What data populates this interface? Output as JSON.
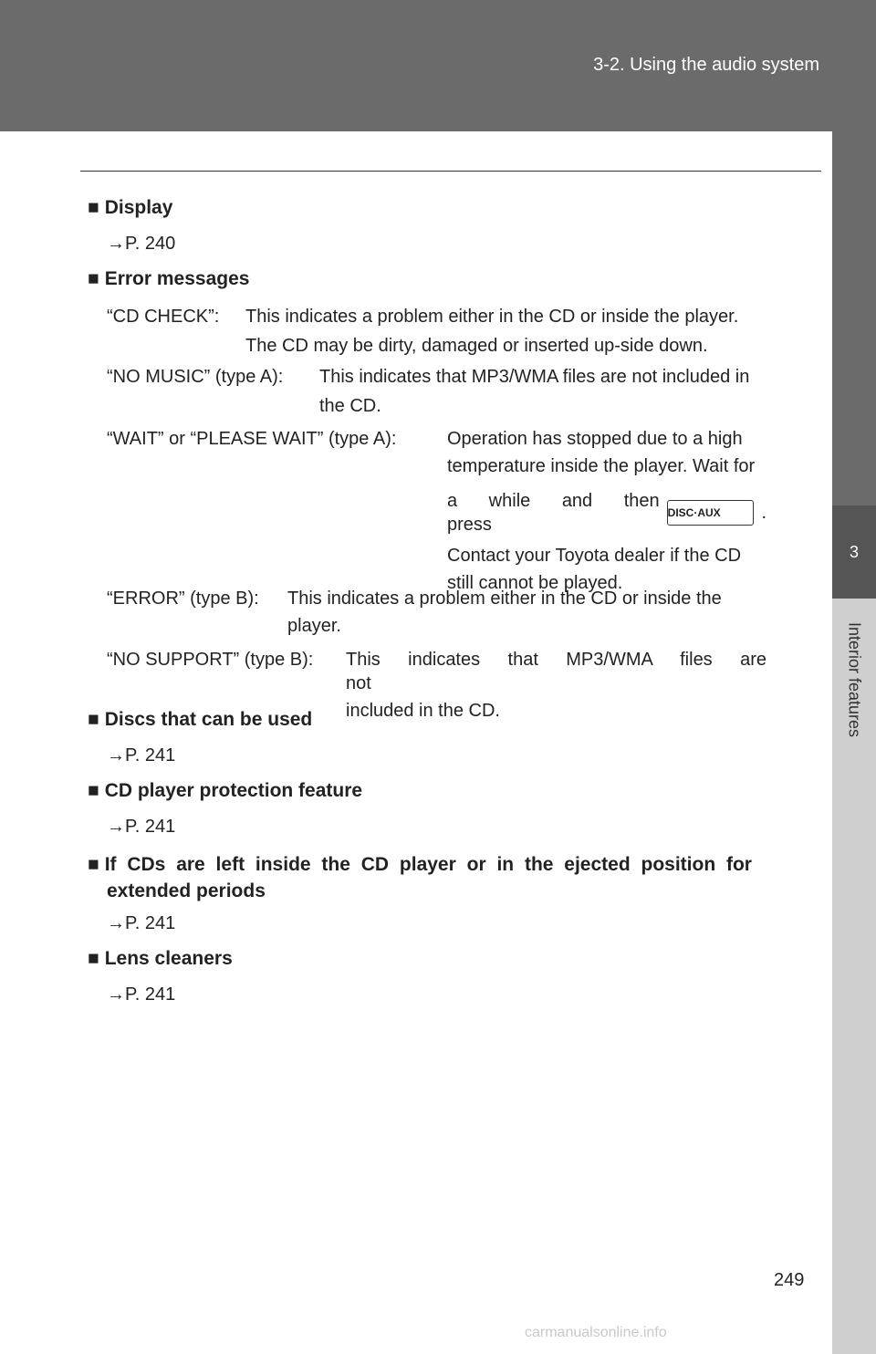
{
  "header": {
    "section": "3-2. Using the audio system"
  },
  "side_tab": {
    "chapter_number": "3",
    "chapter_title": "Interior features"
  },
  "display": {
    "heading": "Display",
    "ref": "P. 240"
  },
  "error_messages": {
    "heading": "Error messages",
    "cd_check": {
      "term": "“CD CHECK”:",
      "line1": "This indicates a problem either in the CD or inside the player.",
      "line2": "The CD may be dirty, damaged or inserted up-side down."
    },
    "no_music": {
      "term": "“NO MUSIC” (type A):",
      "line1": "This indicates that MP3/WMA files are not included in",
      "line2": "the CD."
    },
    "wait": {
      "term": "“WAIT” or “PLEASE WAIT” (type A):",
      "line1": "Operation has stopped due to a high",
      "line2": "temperature inside the player. Wait for",
      "line3": "a while and then press",
      "button_label": "DISC·AUX",
      "line4": "Contact your Toyota dealer if the CD",
      "line5": "still cannot be played."
    },
    "error": {
      "term": "“ERROR” (type B):",
      "line1": "This indicates a problem either in the CD or inside the",
      "line2": "player."
    },
    "no_support": {
      "term": "“NO SUPPORT” (type B):",
      "line1": "This indicates that MP3/WMA files are not",
      "line2": "included in the CD."
    }
  },
  "discs": {
    "heading": "Discs that can be used",
    "ref": "P. 241"
  },
  "protection": {
    "heading": "CD player protection feature",
    "ref": "P. 241"
  },
  "left_inside": {
    "heading_line1": "If CDs are left inside the CD player or in the ejected position for",
    "heading_line2": "extended periods",
    "ref": "P. 241"
  },
  "lens": {
    "heading": "Lens cleaners",
    "ref": "P. 241"
  },
  "page_number": "249",
  "watermark": "carmanualsonline.info",
  "icons": {
    "heading_marker": "black-square",
    "reference_arrow": "right-arrow"
  }
}
